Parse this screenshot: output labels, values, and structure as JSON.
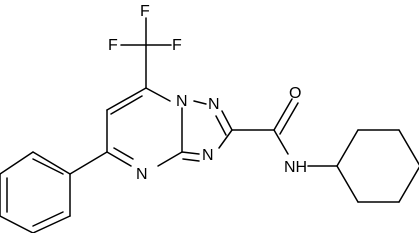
{
  "molecule": {
    "atoms": {
      "f1": "F",
      "f2": "F",
      "f3": "F",
      "n_bridge": "N",
      "n_triazole": "N",
      "n_pyrimidine": "N",
      "n_triazole_lower": "N",
      "oxygen": "O",
      "amide_nh": "NH"
    }
  }
}
